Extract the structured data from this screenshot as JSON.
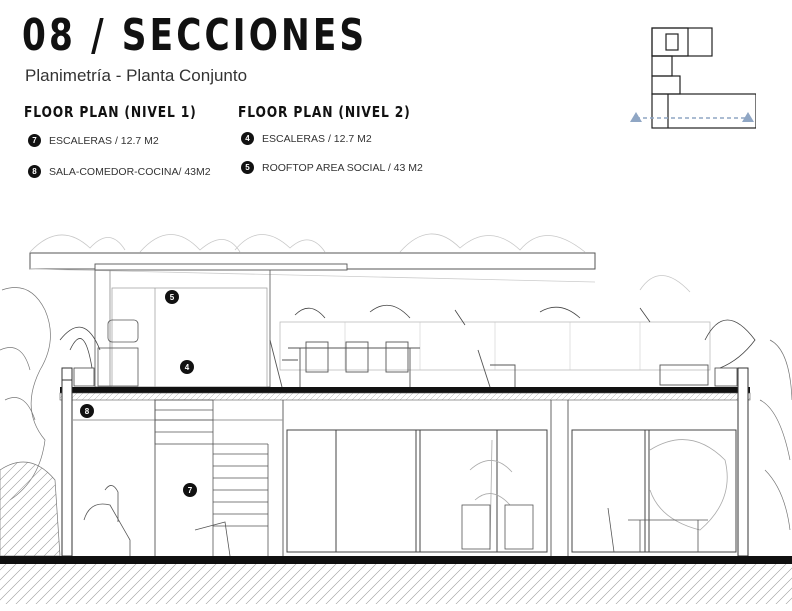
{
  "header": {
    "title": "08 /  SECCIONES",
    "subtitle": "Planimetría - Planta Conjunto"
  },
  "floor_plans": [
    {
      "heading": "FLOOR PLAN (NIVEL 1)",
      "items": [
        {
          "num": "7",
          "label": "ESCALERAS / 12.7 M2"
        },
        {
          "num": "8",
          "label": "SALA-COMEDOR-COCINA/ 43M2"
        }
      ]
    },
    {
      "heading": "FLOOR PLAN (NIVEL 2)",
      "items": [
        {
          "num": "4",
          "label": "ESCALERAS / 12.7 M2"
        },
        {
          "num": "5",
          "label": "ROOFTOP AREA SOCIAL / 43 M2"
        }
      ]
    }
  ],
  "section_markers": [
    {
      "num": "5"
    },
    {
      "num": "4"
    },
    {
      "num": "8"
    },
    {
      "num": "7"
    }
  ],
  "colors": {
    "ink": "#111111",
    "line": "#555555",
    "light": "#bbbbbb",
    "cut_line": "#8fa6c4"
  }
}
